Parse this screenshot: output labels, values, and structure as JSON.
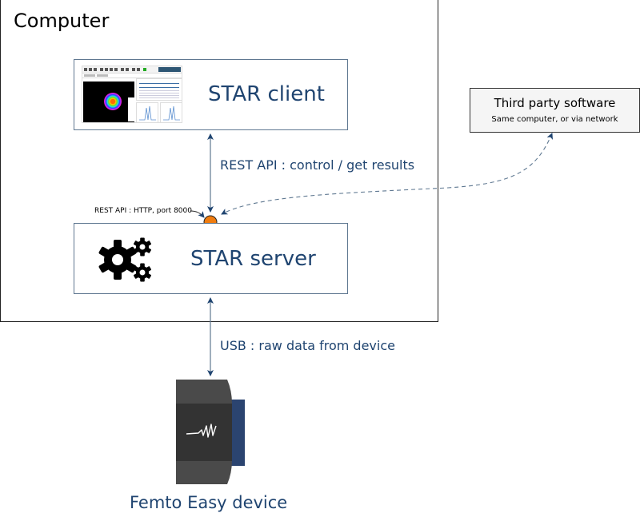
{
  "computer": {
    "title": "Computer"
  },
  "nodes": {
    "client": {
      "title": "STAR client",
      "thumbnail": "star-client-screenshot"
    },
    "server": {
      "title": "STAR server",
      "icon": "gears-icon"
    },
    "third_party": {
      "title": "Third party software",
      "subtitle": "Same computer, or via network"
    },
    "device": {
      "title": "Femto Easy device"
    }
  },
  "edges": {
    "client_server": {
      "label": "REST API : control / get results"
    },
    "server_device": {
      "label": "USB : raw data from device"
    },
    "third_party_server": {
      "style": "dashed"
    }
  },
  "endpoint": {
    "label": "REST API : HTTP, port 8000",
    "color": "#f07c0f"
  },
  "colors": {
    "accent": "#1f4470",
    "node_border": "#5f7891",
    "connector_blue": "#2b4470",
    "device_dark": "#333333",
    "device_mid": "#4a4a4a"
  }
}
